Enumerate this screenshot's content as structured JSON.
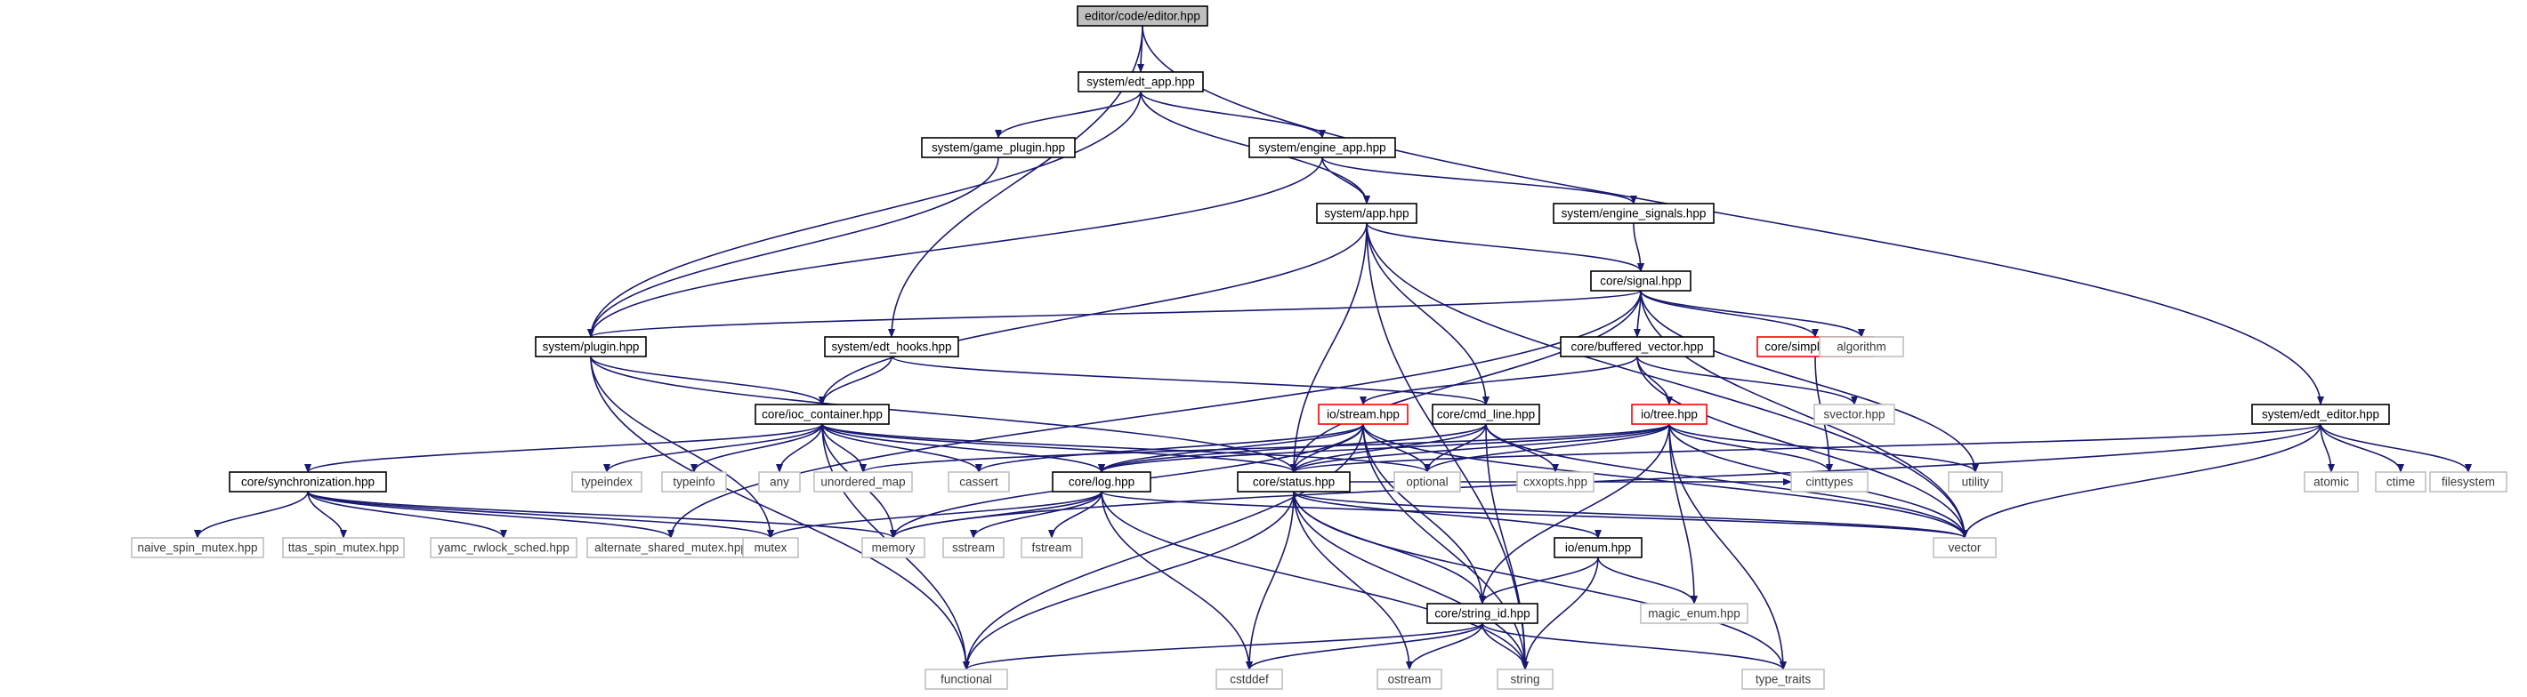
{
  "colors": {
    "edge": "#191970",
    "normal_border": "#000000",
    "normal_fill": "#ffffff",
    "root_fill": "#bfbfbf",
    "red_border": "#ff0000",
    "system_border": "#bfbfbf",
    "system_text": "#3a3a3a",
    "text": "#000000"
  },
  "nodes": [
    {
      "id": "editor",
      "label": "editor/code/editor.hpp",
      "kind": "root"
    },
    {
      "id": "edt_app",
      "label": "system/edt_app.hpp",
      "kind": "normal"
    },
    {
      "id": "edt_editor",
      "label": "system/edt_editor.hpp",
      "kind": "normal"
    },
    {
      "id": "edt_hooks",
      "label": "system/edt_hooks.hpp",
      "kind": "normal"
    },
    {
      "id": "game_plugin",
      "label": "system/game_plugin.hpp",
      "kind": "normal"
    },
    {
      "id": "engine_app",
      "label": "system/engine_app.hpp",
      "kind": "normal"
    },
    {
      "id": "app",
      "label": "system/app.hpp",
      "kind": "normal"
    },
    {
      "id": "engine_signals",
      "label": "system/engine_signals.hpp",
      "kind": "normal"
    },
    {
      "id": "signal",
      "label": "core/signal.hpp",
      "kind": "normal"
    },
    {
      "id": "plugin",
      "label": "system/plugin.hpp",
      "kind": "normal"
    },
    {
      "id": "buffered_vector",
      "label": "core/buffered_vector.hpp",
      "kind": "normal"
    },
    {
      "id": "simple_id",
      "label": "core/simple_id.hpp",
      "kind": "red"
    },
    {
      "id": "algorithm",
      "label": "algorithm",
      "kind": "system"
    },
    {
      "id": "ioc_container",
      "label": "core/ioc_container.hpp",
      "kind": "normal"
    },
    {
      "id": "stream",
      "label": "io/stream.hpp",
      "kind": "red"
    },
    {
      "id": "cmd_line",
      "label": "core/cmd_line.hpp",
      "kind": "normal"
    },
    {
      "id": "tree",
      "label": "io/tree.hpp",
      "kind": "red"
    },
    {
      "id": "svector",
      "label": "svector.hpp",
      "kind": "system"
    },
    {
      "id": "synchronization",
      "label": "core/synchronization.hpp",
      "kind": "normal"
    },
    {
      "id": "typeindex",
      "label": "typeindex",
      "kind": "system"
    },
    {
      "id": "typeinfo",
      "label": "typeinfo",
      "kind": "system"
    },
    {
      "id": "any",
      "label": "any",
      "kind": "system"
    },
    {
      "id": "unordered_map",
      "label": "unordered_map",
      "kind": "system"
    },
    {
      "id": "cassert",
      "label": "cassert",
      "kind": "system"
    },
    {
      "id": "optional",
      "label": "optional",
      "kind": "system"
    },
    {
      "id": "log",
      "label": "core/log.hpp",
      "kind": "normal"
    },
    {
      "id": "status",
      "label": "core/status.hpp",
      "kind": "normal"
    },
    {
      "id": "cxxopts",
      "label": "cxxopts.hpp",
      "kind": "system"
    },
    {
      "id": "cinttypes",
      "label": "cinttypes",
      "kind": "system"
    },
    {
      "id": "utility",
      "label": "utility",
      "kind": "system"
    },
    {
      "id": "atomic",
      "label": "atomic",
      "kind": "system"
    },
    {
      "id": "ctime",
      "label": "ctime",
      "kind": "system"
    },
    {
      "id": "filesystem",
      "label": "filesystem",
      "kind": "system"
    },
    {
      "id": "naive_spin",
      "label": "naive_spin_mutex.hpp",
      "kind": "system"
    },
    {
      "id": "ttas_spin",
      "label": "ttas_spin_mutex.hpp",
      "kind": "system"
    },
    {
      "id": "yamc_rwlock",
      "label": "yamc_rwlock_sched.hpp",
      "kind": "system"
    },
    {
      "id": "alt_shared",
      "label": "alternate_shared_mutex.hpp",
      "kind": "system"
    },
    {
      "id": "mutex",
      "label": "mutex",
      "kind": "system"
    },
    {
      "id": "memory",
      "label": "memory",
      "kind": "system"
    },
    {
      "id": "sstream",
      "label": "sstream",
      "kind": "system"
    },
    {
      "id": "fstream",
      "label": "fstream",
      "kind": "system"
    },
    {
      "id": "enum",
      "label": "io/enum.hpp",
      "kind": "normal"
    },
    {
      "id": "vector",
      "label": "vector",
      "kind": "system"
    },
    {
      "id": "magic_enum",
      "label": "magic_enum.hpp",
      "kind": "system"
    },
    {
      "id": "string_id",
      "label": "core/string_id.hpp",
      "kind": "normal"
    },
    {
      "id": "functional",
      "label": "functional",
      "kind": "system"
    },
    {
      "id": "cstddef",
      "label": "cstddef",
      "kind": "system"
    },
    {
      "id": "ostream",
      "label": "ostream",
      "kind": "system"
    },
    {
      "id": "string",
      "label": "string",
      "kind": "system"
    },
    {
      "id": "type_traits",
      "label": "type_traits",
      "kind": "system"
    }
  ],
  "edges": [
    [
      "editor",
      "edt_app"
    ],
    [
      "editor",
      "edt_hooks"
    ],
    [
      "editor",
      "edt_editor"
    ],
    [
      "edt_app",
      "game_plugin"
    ],
    [
      "edt_app",
      "engine_app"
    ],
    [
      "edt_app",
      "app"
    ],
    [
      "edt_app",
      "plugin"
    ],
    [
      "game_plugin",
      "plugin"
    ],
    [
      "engine_app",
      "app"
    ],
    [
      "engine_app",
      "engine_signals"
    ],
    [
      "engine_app",
      "plugin"
    ],
    [
      "app",
      "signal"
    ],
    [
      "app",
      "ioc_container"
    ],
    [
      "app",
      "cmd_line"
    ],
    [
      "app",
      "status"
    ],
    [
      "app",
      "vector"
    ],
    [
      "app",
      "string"
    ],
    [
      "engine_signals",
      "signal"
    ],
    [
      "signal",
      "buffered_vector"
    ],
    [
      "signal",
      "simple_id"
    ],
    [
      "signal",
      "algorithm"
    ],
    [
      "signal",
      "utility"
    ],
    [
      "signal",
      "vector"
    ],
    [
      "signal",
      "status"
    ],
    [
      "signal",
      "alt_shared"
    ],
    [
      "signal",
      "plugin"
    ],
    [
      "plugin",
      "ioc_container"
    ],
    [
      "plugin",
      "status"
    ],
    [
      "plugin",
      "functional"
    ],
    [
      "plugin",
      "mutex"
    ],
    [
      "edt_hooks",
      "ioc_container"
    ],
    [
      "edt_hooks",
      "cmd_line"
    ],
    [
      "buffered_vector",
      "stream"
    ],
    [
      "buffered_vector",
      "tree"
    ],
    [
      "buffered_vector",
      "svector"
    ],
    [
      "buffered_vector",
      "vector"
    ],
    [
      "simple_id",
      "cinttypes"
    ],
    [
      "ioc_container",
      "synchronization"
    ],
    [
      "ioc_container",
      "typeindex"
    ],
    [
      "ioc_container",
      "typeinfo"
    ],
    [
      "ioc_container",
      "any"
    ],
    [
      "ioc_container",
      "unordered_map"
    ],
    [
      "ioc_container",
      "cassert"
    ],
    [
      "ioc_container",
      "memory"
    ],
    [
      "ioc_container",
      "optional"
    ],
    [
      "ioc_container",
      "log"
    ],
    [
      "ioc_container",
      "status"
    ],
    [
      "ioc_container",
      "functional"
    ],
    [
      "stream",
      "status"
    ],
    [
      "stream",
      "log"
    ],
    [
      "stream",
      "cassert"
    ],
    [
      "stream",
      "optional"
    ],
    [
      "stream",
      "vector"
    ],
    [
      "stream",
      "string_id"
    ],
    [
      "stream",
      "memory"
    ],
    [
      "stream",
      "string"
    ],
    [
      "stream",
      "functional"
    ],
    [
      "cmd_line",
      "log"
    ],
    [
      "cmd_line",
      "status"
    ],
    [
      "cmd_line",
      "optional"
    ],
    [
      "cmd_line",
      "cxxopts"
    ],
    [
      "cmd_line",
      "vector"
    ],
    [
      "cmd_line",
      "string"
    ],
    [
      "tree",
      "status"
    ],
    [
      "tree",
      "log"
    ],
    [
      "tree",
      "unordered_map"
    ],
    [
      "tree",
      "cinttypes"
    ],
    [
      "tree",
      "utility"
    ],
    [
      "tree",
      "vector"
    ],
    [
      "tree",
      "magic_enum"
    ],
    [
      "tree",
      "string_id"
    ],
    [
      "tree",
      "type_traits"
    ],
    [
      "tree",
      "optional"
    ],
    [
      "edt_editor",
      "status"
    ],
    [
      "edt_editor",
      "atomic"
    ],
    [
      "edt_editor",
      "ctime"
    ],
    [
      "edt_editor",
      "filesystem"
    ],
    [
      "edt_editor",
      "vector"
    ],
    [
      "edt_editor",
      "memory"
    ],
    [
      "synchronization",
      "naive_spin"
    ],
    [
      "synchronization",
      "ttas_spin"
    ],
    [
      "synchronization",
      "yamc_rwlock"
    ],
    [
      "synchronization",
      "alt_shared"
    ],
    [
      "synchronization",
      "mutex"
    ],
    [
      "synchronization",
      "memory"
    ],
    [
      "log",
      "mutex"
    ],
    [
      "log",
      "memory"
    ],
    [
      "log",
      "sstream"
    ],
    [
      "log",
      "fstream"
    ],
    [
      "log",
      "cstddef"
    ],
    [
      "log",
      "string"
    ],
    [
      "log",
      "vector"
    ],
    [
      "status",
      "enum"
    ],
    [
      "status",
      "string_id"
    ],
    [
      "status",
      "cstddef"
    ],
    [
      "status",
      "functional"
    ],
    [
      "status",
      "ostream"
    ],
    [
      "status",
      "string"
    ],
    [
      "status",
      "type_traits"
    ],
    [
      "status",
      "vector"
    ],
    [
      "status",
      "cinttypes"
    ],
    [
      "enum",
      "magic_enum"
    ],
    [
      "enum",
      "string_id"
    ],
    [
      "enum",
      "string"
    ],
    [
      "string_id",
      "functional"
    ],
    [
      "string_id",
      "cstddef"
    ],
    [
      "string_id",
      "ostream"
    ],
    [
      "string_id",
      "string"
    ],
    [
      "string_id",
      "type_traits"
    ]
  ]
}
